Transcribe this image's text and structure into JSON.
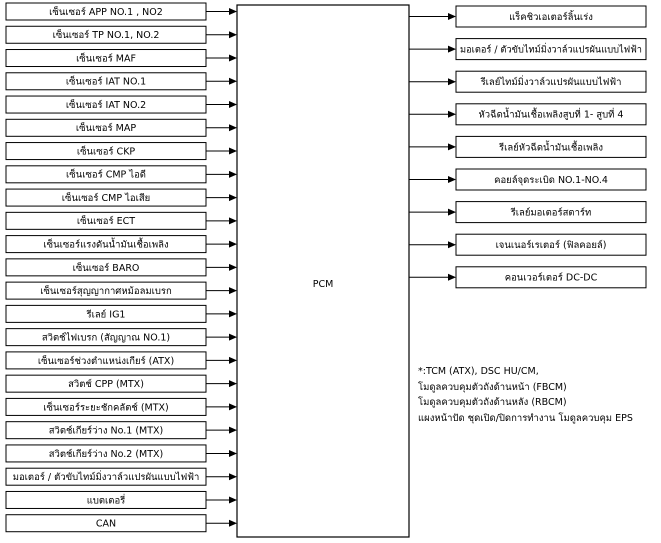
{
  "center_label": "PCM",
  "inputs": [
    "เซ็นเซอร์ APP NO.1 , NO2",
    "เซ็นเซอร์ TP NO.1, NO.2",
    "เซ็นเซอร์ MAF",
    "เซ็นเซอร์ IAT NO.1",
    "เซ็นเซอร์ IAT NO.2",
    "เซ็นเซอร์ MAP",
    "เซ็นเซอร์ CKP",
    "เซ็นเซอร์ CMP ไอดี",
    "เซ็นเซอร์ CMP ไอเสีย",
    "เซ็นเซอร์ ECT",
    "เซ็นเซอร์แรงดันน้ำมันเชื้อเพลิง",
    "เซ็นเซอร์ BARO",
    "เซ็นเซอร์สุญญากาศหม้อลมเบรก",
    "รีเลย์ IG1",
    "สวิตช์ไฟเบรก (สัญญาณ NO.1)",
    "เซ็นเซอร์ช่วงตำแหน่งเกียร์ (ATX)",
    "สวิตช์ CPP (MTX)",
    "เซ็นเซอร์ระยะชักคลัตช์ (MTX)",
    "สวิตช์เกียร์ว่าง No.1 (MTX)",
    "สวิตช์เกียร์ว่าง No.2 (MTX)",
    "มอเตอร์ / ตัวขับไทม์มิ่งวาล์วแปรผันแบบไฟฟ้า",
    "แบตเตอรี่",
    "CAN"
  ],
  "outputs": [
    "แร็คชิวเอเตอร์ลิ้นเร่ง",
    "มอเตอร์ / ตัวขับไทม์มิ่งวาล์วแปรผันแบบไฟฟ้า",
    "รีเลย์ไทม์มิ่งวาล์วแปรผันแบบไฟฟ้า",
    "หัวฉีดน้ำมันเชื้อเพลิงสูบที่ 1- สูบที่ 4",
    "รีเลย์หัวฉีดน้ำมันเชื้อเพลิง",
    "คอยล์จุดระเบิด NO.1-NO.4",
    "รีเลย์มอเตอร์สตาร์ท",
    "เจนเนอร์เรเตอร์ (ฟิลคอยล์)",
    "คอนเวอร์เตอร์ DC-DC"
  ],
  "notes": [
    "*:TCM (ATX), DSC HU/CM,",
    "โมดูลควบคุมตัวถังด้านหน้า (FBCM)",
    "โมดูลควบคุมตัวถังด้านหลัง (RBCM)",
    "แผงหน้าปัด ชุดเปิด/ปิดการทำงาน โมดูลควบคุม EPS"
  ]
}
